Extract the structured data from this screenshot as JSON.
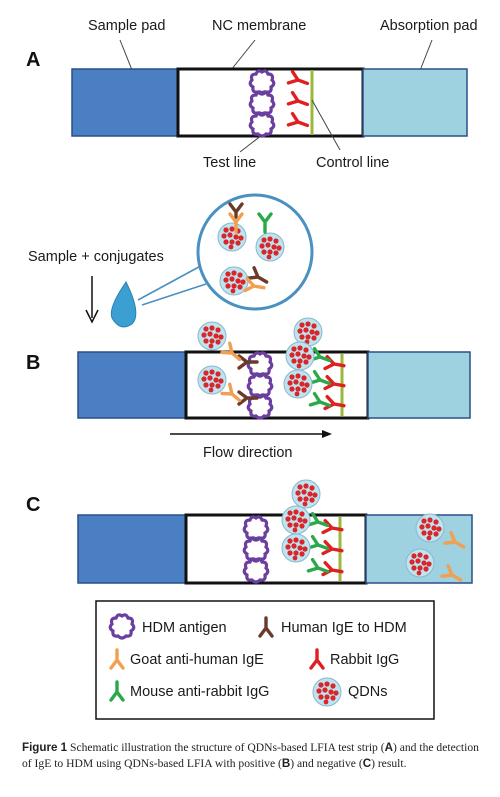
{
  "labels": {
    "sample_pad": "Sample pad",
    "nc_membrane": "NC membrane",
    "absorption_pad": "Absorption pad",
    "test_line": "Test line",
    "control_line": "Control line",
    "sample_conjugates": "Sample + conjugates",
    "flow_direction": "Flow direction"
  },
  "panels": {
    "a": "A",
    "b": "B",
    "c": "C"
  },
  "legend": {
    "hdm_antigen": "HDM antigen",
    "human_ige": "Human IgE to HDM",
    "goat_anti_human": "Goat anti-human IgE",
    "rabbit_igg": "Rabbit IgG",
    "mouse_anti_rabbit": "Mouse anti-rabbit IgG",
    "qdns": "QDNs"
  },
  "caption": {
    "figure_label": "Figure 1",
    "text_1": "Schematic illustration the structure of QDNs-based LFIA test strip (",
    "ref_a": "A",
    "text_2": ") and the detection of IgE to HDM using QDNs-based LFIA with positive (",
    "ref_b": "B",
    "text_3": ") and negative (",
    "ref_c": "C",
    "text_4": ") result."
  },
  "colors": {
    "sample_pad": "#4a7fc4",
    "absorption_pad": "#9fd2e0",
    "hdm_antigen": "#6a3fa0",
    "human_ige": "#6b3a2a",
    "goat_antibody": "#f0a050",
    "rabbit_igg": "#e02020",
    "mouse_antibody": "#2aa84a",
    "qdn_dot": "#d8262a",
    "qdn_shell": "#bfe3ef",
    "control_line": "#9ab83c"
  }
}
